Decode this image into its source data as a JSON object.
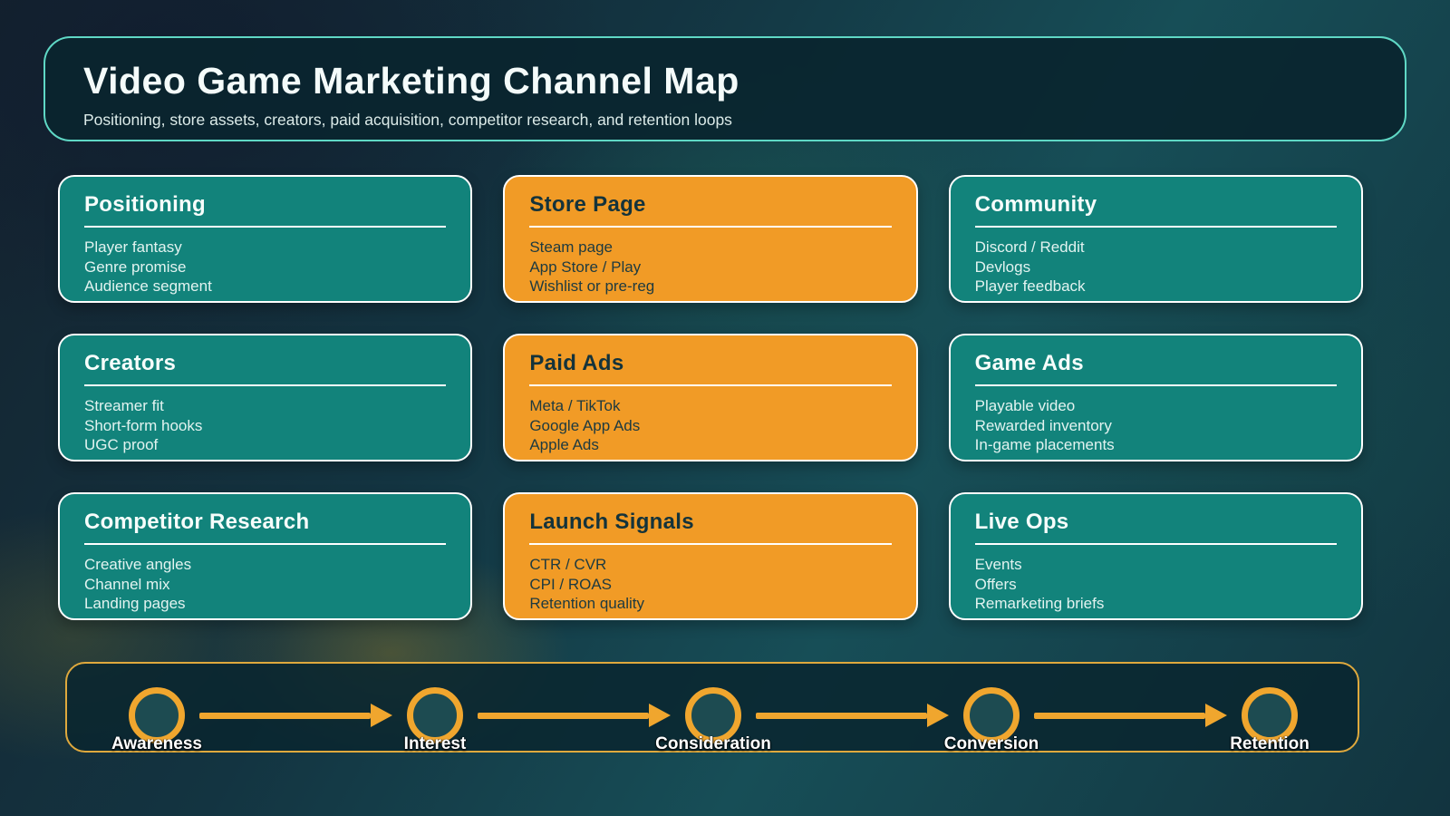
{
  "header": {
    "title": "Video Game Marketing Channel Map",
    "subtitle": "Positioning, store assets, creators, paid acquisition, competitor research, and retention loops"
  },
  "cards": [
    {
      "title": "Positioning",
      "variant": "teal",
      "items": [
        "Player fantasy",
        "Genre promise",
        "Audience segment"
      ]
    },
    {
      "title": "Store Page",
      "variant": "orange",
      "items": [
        "Steam page",
        "App Store / Play",
        "Wishlist or pre-reg"
      ]
    },
    {
      "title": "Community",
      "variant": "teal",
      "items": [
        "Discord / Reddit",
        "Devlogs",
        "Player feedback"
      ]
    },
    {
      "title": "Creators",
      "variant": "teal",
      "items": [
        "Streamer fit",
        "Short-form hooks",
        "UGC proof"
      ]
    },
    {
      "title": "Paid Ads",
      "variant": "orange",
      "items": [
        "Meta / TikTok",
        "Google App Ads",
        "Apple Ads"
      ]
    },
    {
      "title": "Game Ads",
      "variant": "teal",
      "items": [
        "Playable video",
        "Rewarded inventory",
        "In-game placements"
      ]
    },
    {
      "title": "Competitor Research",
      "variant": "teal",
      "items": [
        "Creative angles",
        "Channel mix",
        "Landing pages"
      ]
    },
    {
      "title": "Launch Signals",
      "variant": "orange",
      "items": [
        "CTR / CVR",
        "CPI / ROAS",
        "Retention quality"
      ]
    },
    {
      "title": "Live Ops",
      "variant": "teal",
      "items": [
        "Events",
        "Offers",
        "Remarketing briefs"
      ]
    }
  ],
  "funnel": {
    "stages": [
      {
        "label": "Awareness"
      },
      {
        "label": "Interest"
      },
      {
        "label": "Consideration"
      },
      {
        "label": "Conversion"
      },
      {
        "label": "Retention"
      }
    ]
  },
  "colors": {
    "teal_card": "#12837b",
    "orange_card": "#f19b26",
    "header_border": "#5fd8c5",
    "funnel_border": "#dfa93d",
    "funnel_accent": "#f0a62e",
    "card_border": "#ffffff"
  }
}
